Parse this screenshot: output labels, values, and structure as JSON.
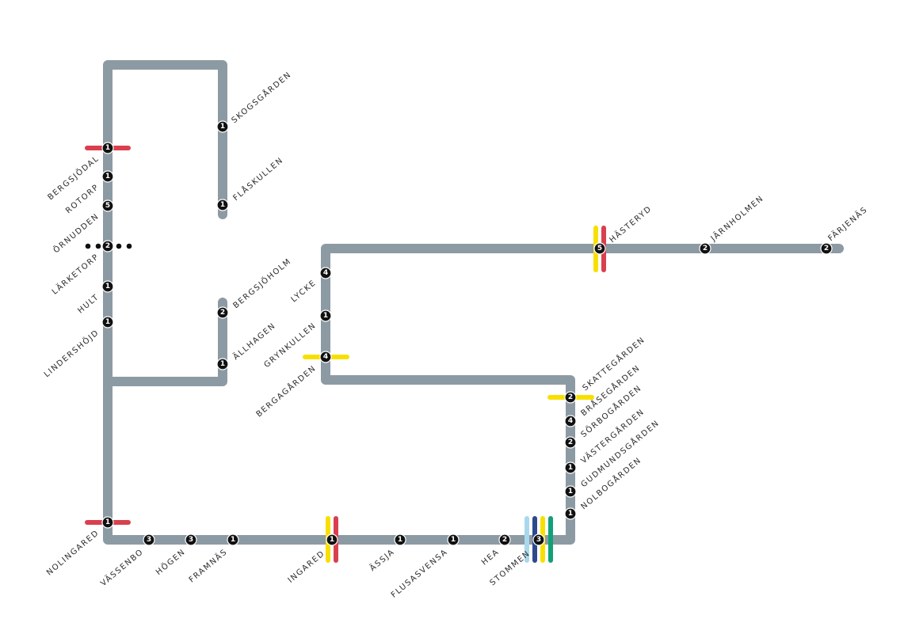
{
  "colors": {
    "route": "#8c9aa3",
    "station": "#111111",
    "red": "#d9404e",
    "yellow": "#f7e000",
    "light_blue": "#a9d8ec",
    "dark_blue": "#2e4a8c",
    "green": "#12a077"
  },
  "stations": {
    "skogsgarden": {
      "name": "SKOGSGÅRDEN",
      "number": "1"
    },
    "flaskullen": {
      "name": "FLÅSKULLEN",
      "number": "1"
    },
    "bergsjodal": {
      "name": "BERGSJÖDAL",
      "number": "1"
    },
    "rotorp": {
      "name": "ROTORP",
      "number": "1"
    },
    "ornudden": {
      "name": "ÖRNUDDEN",
      "number": "5"
    },
    "larketorp": {
      "name": "LÄRKETORP",
      "number": "2"
    },
    "hult": {
      "name": "HULT",
      "number": "1"
    },
    "lindershojd": {
      "name": "LINDERSHÖJD",
      "number": "1"
    },
    "bergsjoholm": {
      "name": "BERGSJÖHOLM",
      "number": "2"
    },
    "allhagen": {
      "name": "ÄLLHAGEN",
      "number": "1"
    },
    "nolingared": {
      "name": "NOLINGARED",
      "number": "1"
    },
    "vassenbo": {
      "name": "VÄSSENBO",
      "number": "3"
    },
    "hogen": {
      "name": "HÖGEN",
      "number": "3"
    },
    "framnas": {
      "name": "FRAMNÄS",
      "number": "1"
    },
    "ingared": {
      "name": "INGARED",
      "number": "1"
    },
    "assja": {
      "name": "ÄSSJA",
      "number": "1"
    },
    "flusasvensa": {
      "name": "FLUSASVENSA",
      "number": "1"
    },
    "hea": {
      "name": "HEA",
      "number": "2"
    },
    "stommen": {
      "name": "STOMMEN",
      "number": "3"
    },
    "lycke": {
      "name": "LYCKE",
      "number": "4"
    },
    "grynkullen": {
      "name": "GRYNKULLEN",
      "number": "1"
    },
    "bergagarden": {
      "name": "BERGAGÅRDEN",
      "number": "4"
    },
    "hasteryd": {
      "name": "HÄSTERYD",
      "number": "5"
    },
    "jarnholmen": {
      "name": "JÄRNHOLMEN",
      "number": "2"
    },
    "farjenas": {
      "name": "FÄRJENÄS",
      "number": "2"
    },
    "skattegarden": {
      "name": "SKATTEGÅRDEN",
      "number": "2"
    },
    "brasegarden": {
      "name": "BRÅSEGÅRDEN",
      "number": "4"
    },
    "sorbogarden": {
      "name": "SÖRBOGÅRDEN",
      "number": "2"
    },
    "vastergarden": {
      "name": "VÄSTERGÅRDEN",
      "number": "1"
    },
    "gudmundsgarden": {
      "name": "GUDMUNDSGÅRDEN",
      "number": "1"
    },
    "nolbogarden": {
      "name": "NOLBOGÅRDEN",
      "number": "1"
    }
  }
}
